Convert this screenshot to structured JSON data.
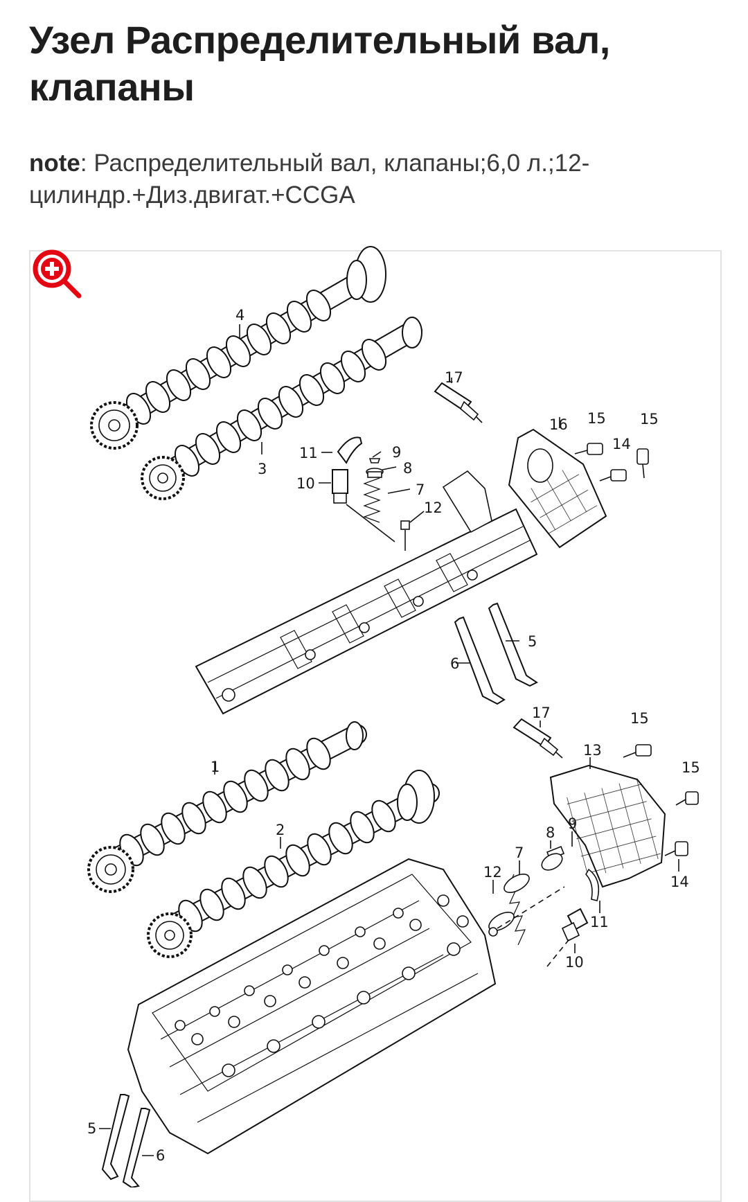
{
  "page": {
    "title": "Узел Распределительный вал, клапаны",
    "note_label": "note",
    "note_sep": ": ",
    "note_text": "Распределительный вал, клапаны;6,0 л.;12-цилиндр.+Диз.двигат.+CCGA"
  },
  "zoom_icon": {
    "name": "zoom-in-icon",
    "color": "#e30613"
  },
  "callouts": {
    "c4": "4",
    "c3": "3",
    "c17a": "17",
    "c16": "16",
    "c15a": "15",
    "c15b": "15",
    "c14a": "14",
    "c11a": "11",
    "c9a": "9",
    "c8a": "8",
    "c10a": "10",
    "c7a": "7",
    "c12a": "12",
    "c5a": "5",
    "c6a": "6",
    "c17b": "17",
    "c15c": "15",
    "c13": "13",
    "c15d": "15",
    "c1": "1",
    "c2": "2",
    "c9b": "9",
    "c8b": "8",
    "c7b": "7",
    "c12b": "12",
    "c14b": "14",
    "c11b": "11",
    "c10b": "10",
    "c5b": "5",
    "c6b": "6"
  }
}
